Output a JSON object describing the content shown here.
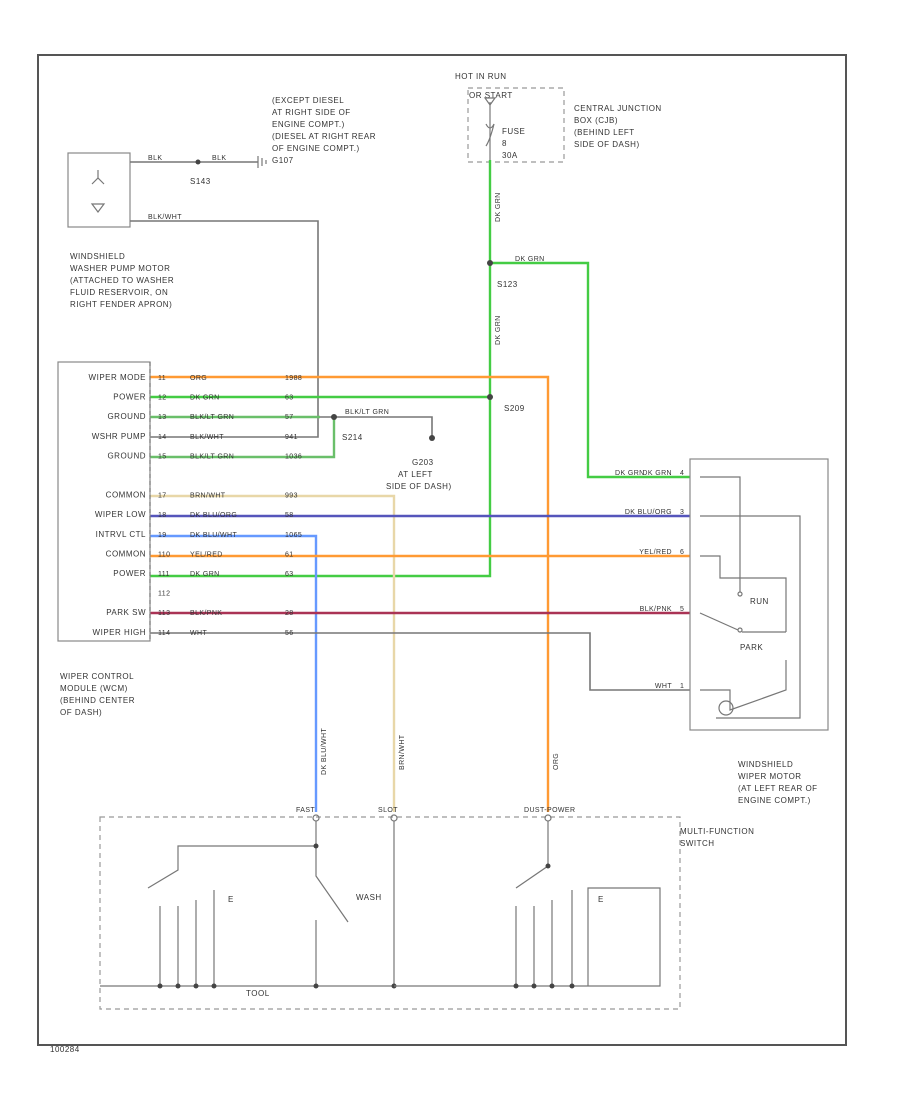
{
  "code": "100284",
  "components": {
    "washer_pump": {
      "name": [
        "WINDSHIELD",
        "WASHER PUMP MOTOR",
        "(ATTACHED TO WASHER",
        "FLUID RESERVOIR, ON",
        "RIGHT FENDER APRON)"
      ],
      "ground_note": [
        "(EXCEPT DIESEL",
        "AT RIGHT SIDE OF",
        "ENGINE COMPT.)",
        "(DIESEL AT RIGHT REAR",
        "OF ENGINE COMPT.)",
        "G107"
      ],
      "splice": "S143"
    },
    "fuse_box": {
      "hot_label": [
        "HOT IN RUN",
        "OR START"
      ],
      "fuse_text": [
        "FUSE",
        "8",
        "30A"
      ],
      "name": [
        "CENTRAL JUNCTION",
        "BOX (CJB)",
        "(BEHIND LEFT",
        "SIDE OF DASH)"
      ]
    },
    "splices": {
      "s123": "S123",
      "s209": "S209",
      "s214": "S214"
    },
    "ground_g203": {
      "id": "G203",
      "location": [
        "AT LEFT",
        "SIDE OF DASH)"
      ]
    },
    "module": {
      "name": [
        "WIPER CONTROL",
        "MODULE (WCM)",
        "(BEHIND CENTER",
        "OF DASH)"
      ],
      "pins": [
        {
          "label": "WIPER MODE",
          "pin": "11",
          "color": "ORG",
          "circuit": "1988"
        },
        {
          "label": "POWER",
          "pin": "12",
          "color": "DK GRN",
          "circuit": "63"
        },
        {
          "label": "GROUND",
          "pin": "13",
          "color": "BLK/LT GRN",
          "circuit": "57"
        },
        {
          "label": "WSHR PUMP",
          "pin": "14",
          "color": "BLK/WHT",
          "circuit": "941"
        },
        {
          "label": "GROUND",
          "pin": "15",
          "color": "BLK/LT GRN",
          "circuit": "1036"
        },
        {
          "label": "",
          "pin": "",
          "color": "",
          "circuit": ""
        },
        {
          "label": "COMMON",
          "pin": "17",
          "color": "BRN/WHT",
          "circuit": "993"
        },
        {
          "label": "WIPER LOW",
          "pin": "18",
          "color": "DK BLU/ORG",
          "circuit": "58"
        },
        {
          "label": "INTRVL CTL",
          "pin": "19",
          "color": "DK BLU/WHT",
          "circuit": "1065"
        },
        {
          "label": "COMMON",
          "pin": "110",
          "color": "YEL/RED",
          "circuit": "61"
        },
        {
          "label": "POWER",
          "pin": "111",
          "color": "DK GRN",
          "circuit": "63"
        },
        {
          "label": "",
          "pin": "112",
          "color": "",
          "circuit": ""
        },
        {
          "label": "PARK SW",
          "pin": "113",
          "color": "BLK/PNK",
          "circuit": "28"
        },
        {
          "label": "WIPER HIGH",
          "pin": "114",
          "color": "WHT",
          "circuit": "56"
        }
      ]
    },
    "wiper_motor": {
      "name": [
        "WINDSHIELD",
        "WIPER MOTOR",
        "(AT LEFT REAR OF",
        "ENGINE COMPT.)"
      ],
      "pins": [
        {
          "color": "DK GRN",
          "pin": "4"
        },
        {
          "color": "DK BLU/ORG",
          "pin": "3"
        },
        {
          "color": "YEL/RED",
          "pin": "6"
        },
        {
          "color": "BLK/PNK",
          "pin": "5"
        },
        {
          "color": "WHT",
          "pin": "1"
        }
      ],
      "run_label": "RUN",
      "park_label": "PARK"
    },
    "multifunction_switch": {
      "name": [
        "MULTI-FUNCTION",
        "SWITCH"
      ],
      "connectors": [
        "FAST",
        "SLOT",
        "DUST-POWER"
      ],
      "wire_labels": [
        "DK BLU/WHT",
        "BRN/WHT",
        "ORG"
      ],
      "wash_label": "WASH",
      "left_label": "E",
      "right_label": "E",
      "bottom_label": "TOOL"
    }
  }
}
